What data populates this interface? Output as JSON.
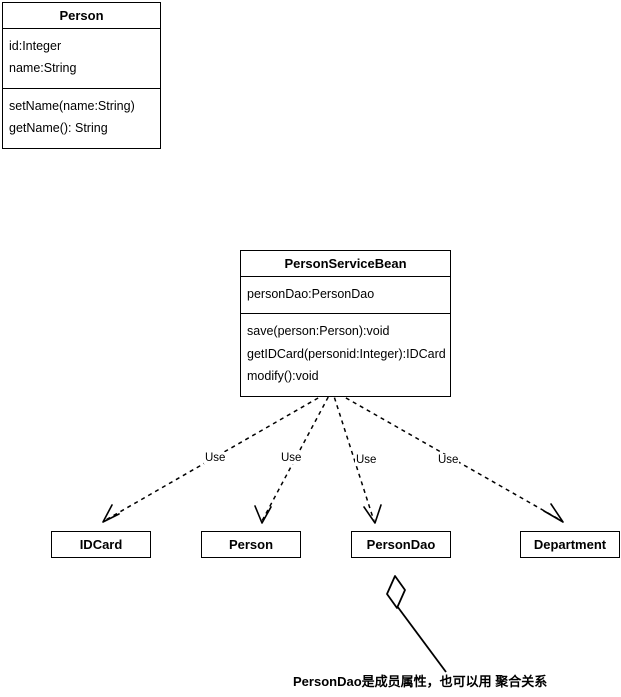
{
  "diagram": {
    "type": "uml-class-diagram",
    "background_color": "#ffffff",
    "line_color": "#000000"
  },
  "classes": {
    "person_top": {
      "name": "Person",
      "attributes": [
        "id:Integer",
        "name:String"
      ],
      "methods": [
        "setName(name:String)",
        "getName(): String"
      ]
    },
    "person_service_bean": {
      "name": "PersonServiceBean",
      "attributes": [
        "personDao:PersonDao"
      ],
      "methods": [
        "save(person:Person):void",
        "getIDCard(personid:Integer):IDCard",
        "modify():void"
      ]
    },
    "idcard": {
      "name": "IDCard"
    },
    "person_bottom": {
      "name": "Person"
    },
    "persondao": {
      "name": "PersonDao"
    },
    "department": {
      "name": "Department"
    }
  },
  "relations": [
    {
      "id": "use-idcard",
      "label": "Use",
      "kind": "dependency",
      "from": "PersonServiceBean",
      "to": "IDCard"
    },
    {
      "id": "use-person",
      "label": "Use",
      "kind": "dependency",
      "from": "PersonServiceBean",
      "to": "Person"
    },
    {
      "id": "use-persondao",
      "label": "Use",
      "kind": "dependency",
      "from": "PersonServiceBean",
      "to": "PersonDao"
    },
    {
      "id": "use-department",
      "label": "Use",
      "kind": "dependency",
      "from": "PersonServiceBean",
      "to": "Department"
    },
    {
      "id": "aggregation-persondao",
      "label": "",
      "kind": "aggregation",
      "from": "PersonDao",
      "to": "note"
    }
  ],
  "note": {
    "text": "PersonDao是成员属性，也可以用 聚合关系"
  }
}
